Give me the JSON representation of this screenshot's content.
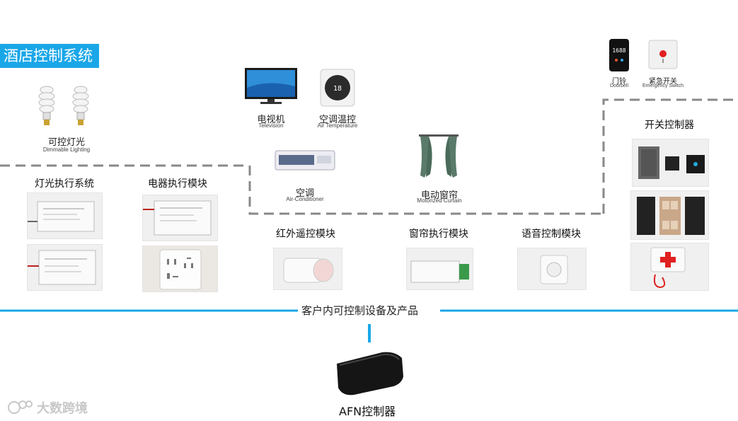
{
  "title": "酒店控制系统",
  "colors": {
    "accent": "#1aa7e8",
    "dash_line": "#888888"
  },
  "top_devices": [
    {
      "cn": "可控灯光",
      "en": "Dimmable Lighting",
      "icon": "cfl-bulb-icon"
    },
    {
      "cn": "电视机",
      "en": "Television",
      "icon": "television-icon"
    },
    {
      "cn": "空调温控",
      "en": "Air Temperature",
      "icon": "thermostat-icon"
    },
    {
      "cn": "空调",
      "en": "Air-Conditioner",
      "icon": "air-conditioner-icon"
    },
    {
      "cn": "电动窗帘",
      "en": "Motorized Curtain",
      "icon": "curtain-icon"
    },
    {
      "cn": "门铃",
      "en": "Doorbell",
      "icon": "doorbell-icon"
    },
    {
      "cn": "紧急开关",
      "en": "Emergency Switch",
      "icon": "emergency-switch-icon"
    }
  ],
  "doorbell_display": "1688",
  "modules": [
    {
      "label": "灯光执行系统"
    },
    {
      "label": "电器执行模块"
    },
    {
      "label": "红外遥控模块"
    },
    {
      "label": "窗帘执行模块"
    },
    {
      "label": "语音控制模块"
    },
    {
      "label": "开关控制器"
    }
  ],
  "bus_label": "客户内可控制设备及产品",
  "controller_label": "AFN控制器",
  "watermark": "大数跨境"
}
